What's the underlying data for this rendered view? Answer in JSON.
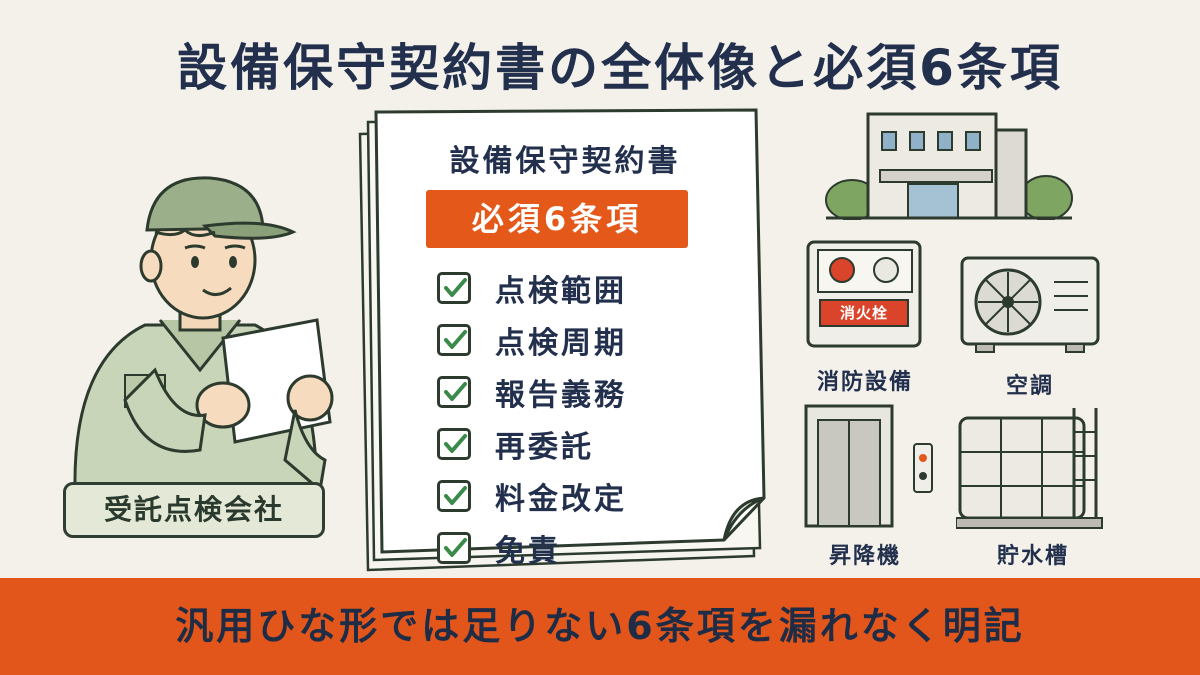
{
  "title": "設備保守契約書の全体像と必須6条項",
  "company_label": "受託点検会社",
  "document": {
    "title": "設備保守契約書",
    "badge": "必須6条項",
    "items": [
      "点検範囲",
      "点検周期",
      "報告義務",
      "再委託",
      "料金改定",
      "免責"
    ]
  },
  "equipment": {
    "fire_panel_sign": "消火栓",
    "fire": "消防設備",
    "ac": "空調",
    "elevator": "昇降機",
    "water_tank": "貯水槽"
  },
  "banner": "汎用ひな形では足りない6条項を漏れなく明記",
  "colors": {
    "accent": "#e4581a",
    "background": "#f3f1ea",
    "text": "#23304d",
    "uniform": "#c9d5b8"
  }
}
